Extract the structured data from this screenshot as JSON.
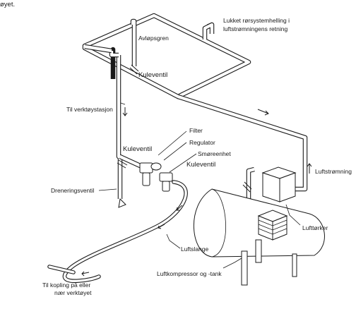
{
  "labels": {
    "top_truncated": "øyet.",
    "sloping": "Lukket rørsystemhelling i luftstrømningens retning",
    "sloping_line1": "Lukket rørsystemhelling i",
    "sloping_line2": "luftstrømningens retning",
    "branch_drain": "Avløpsgren",
    "ball_valve_top": "Kuleventil",
    "to_tool_station": "Til verktøystasjon",
    "filter": "Filter",
    "regulator": "Regulator",
    "lubricator": "Smøreenhet",
    "ball_valve_mid": "Kuleventil",
    "ball_valve_tank": "Kuleventil",
    "airflow": "Luftstrømning",
    "drain_valve": "Dreneringsventil",
    "dryer": "Lufttørker",
    "air_hose": "Luftslange",
    "compressor": "Luftkompressor og -tank",
    "coupling_line1": "Til kopling på eller",
    "coupling_line2": "nær verktøyet"
  },
  "colors": {
    "ink": "#1a1a1a",
    "paper": "#ffffff"
  }
}
